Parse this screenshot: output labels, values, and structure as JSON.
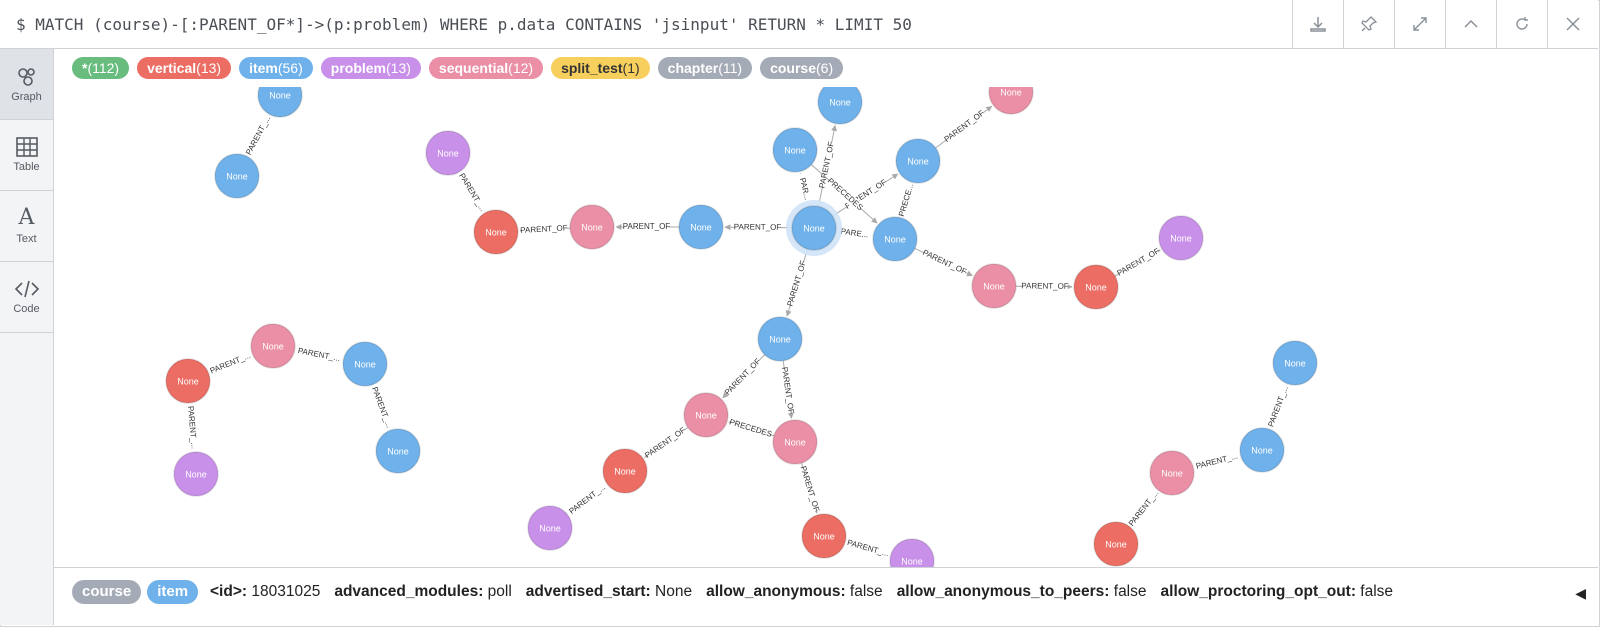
{
  "query": "$ MATCH (course)-[:PARENT_OF*]->(p:problem) WHERE p.data CONTAINS 'jsinput' RETURN * LIMIT 50",
  "sidebar": {
    "items": [
      {
        "label": "Graph",
        "icon": "graph-icon"
      },
      {
        "label": "Table",
        "icon": "table-icon"
      },
      {
        "label": "Text",
        "icon": "text-icon"
      },
      {
        "label": "Code",
        "icon": "code-icon"
      }
    ]
  },
  "toolbar": {
    "icons": [
      "download-icon",
      "pin-icon",
      "expand-icon",
      "collapse-up-icon",
      "rerun-icon",
      "close-icon"
    ]
  },
  "legend": [
    {
      "name": "*",
      "count": "(112)",
      "color": "#68bd7e"
    },
    {
      "name": "vertical",
      "count": "(13)",
      "color": "#eb6d63"
    },
    {
      "name": "item",
      "count": "(56)",
      "color": "#6fb1ea"
    },
    {
      "name": "problem",
      "count": "(13)",
      "color": "#c990ea"
    },
    {
      "name": "sequential",
      "count": "(12)",
      "color": "#ea8fa5"
    },
    {
      "name": "split_test",
      "count": "(1)",
      "color": "#f7cf5d",
      "dark": true
    },
    {
      "name": "chapter",
      "count": "(11)",
      "color": "#a5abb6"
    },
    {
      "name": "course",
      "count": "(6)",
      "color": "#a5abb6"
    }
  ],
  "colors": {
    "item": "#6fb1ea",
    "vertical": "#eb6d63",
    "problem": "#c990ea",
    "sequential": "#ea8fa5"
  },
  "node_caption": "None",
  "edge_labels": {
    "parent_of": "PARENT_OF",
    "parent_trunc": "PARENT_...",
    "precedes": "PRECEDES",
    "prece_trunc": "PRECE...",
    "par_trunc": "PAR...",
    "pare_trunc": "PARE..."
  },
  "details": {
    "labels": [
      {
        "name": "course",
        "color": "#a5abb6"
      },
      {
        "name": "item",
        "color": "#6fb1ea"
      }
    ],
    "props": [
      {
        "key": "<id>:",
        "value": "18031025"
      },
      {
        "key": "advanced_modules:",
        "value": "poll"
      },
      {
        "key": "advertised_start:",
        "value": "None"
      },
      {
        "key": "allow_anonymous:",
        "value": "false"
      },
      {
        "key": "allow_anonymous_to_peers:",
        "value": "false"
      },
      {
        "key": "allow_proctoring_opt_out:",
        "value": "false"
      }
    ]
  }
}
